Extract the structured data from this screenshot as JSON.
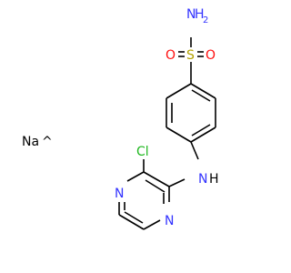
{
  "molecule": {
    "atom_labels": {
      "sulfonamide_n": "H",
      "sulfonamide_n_sub": "2",
      "sulfonamide_n_sym": "N",
      "sulfur": "S",
      "oxygen_left": "O",
      "oxygen_right": "O",
      "amine_n": "N",
      "amine_h": "H",
      "chlorine": "Cl",
      "pyrazine_n_top": "N",
      "pyrazine_n_bottom": "N"
    },
    "counterion": {
      "symbol": "Na",
      "radical_mark": "^"
    },
    "colors": {
      "bond": "#000000",
      "nitrogen": "#3333ff",
      "oxygen": "#ff0d0d",
      "sulfur": "#b2a200",
      "chlorine": "#1fb81f",
      "sodium": "#000000"
    }
  }
}
